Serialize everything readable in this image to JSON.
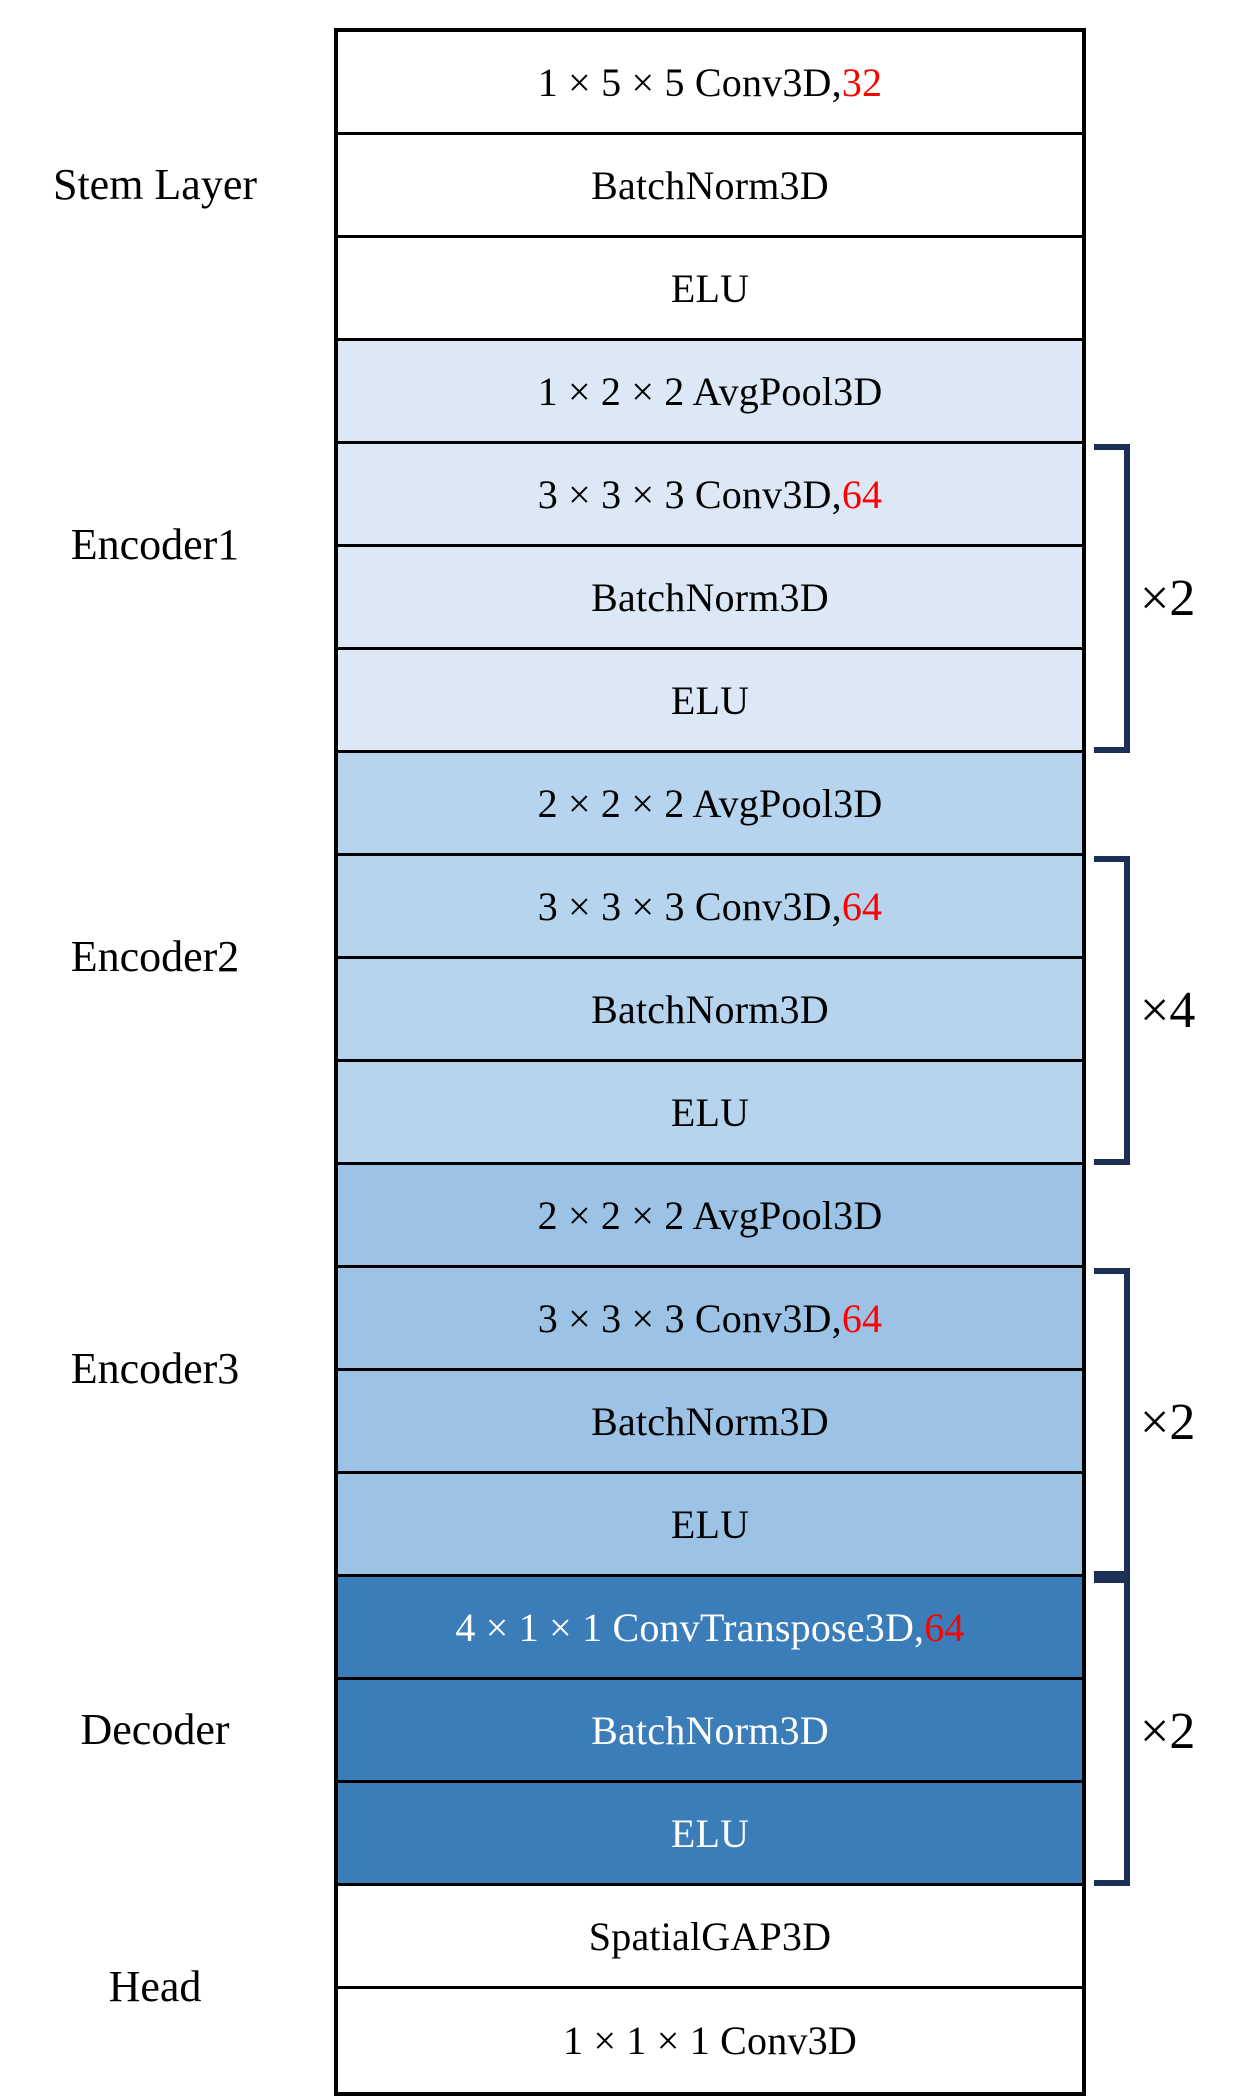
{
  "diagram": {
    "title": "3D CNN architecture block diagram",
    "palette": {
      "stem_fill": "#ffffff",
      "encoder1_fill": "#dce8f5",
      "encoder2_fill": "#b6d4ed",
      "encoder3_fill": "#9cc3e5",
      "decoder_fill": "#3a7db9",
      "head_fill": "#ffffff",
      "border": "#000000",
      "bracket": "#1c3055",
      "channel_number": "#ff0000",
      "decoder_text": "#ffffff"
    },
    "groups": [
      {
        "id": "stem",
        "label": "Stem Layer"
      },
      {
        "id": "encoder1",
        "label": "Encoder1"
      },
      {
        "id": "encoder2",
        "label": "Encoder2"
      },
      {
        "id": "encoder3",
        "label": "Encoder3"
      },
      {
        "id": "decoder",
        "label": "Decoder"
      },
      {
        "id": "head",
        "label": "Head"
      }
    ],
    "rows": [
      {
        "group": "stem",
        "text": "1 × 5 × 5 Conv3D, ",
        "num": "32",
        "tone": "white"
      },
      {
        "group": "stem",
        "text": "BatchNorm3D",
        "num": "",
        "tone": "white"
      },
      {
        "group": "stem",
        "text": "ELU",
        "num": "",
        "tone": "white"
      },
      {
        "group": "encoder1",
        "text": "1 × 2 × 2 AvgPool3D",
        "num": "",
        "tone": "enc1"
      },
      {
        "group": "encoder1",
        "text": "3 × 3 × 3 Conv3D, ",
        "num": "64",
        "tone": "enc1"
      },
      {
        "group": "encoder1",
        "text": "BatchNorm3D",
        "num": "",
        "tone": "enc1"
      },
      {
        "group": "encoder1",
        "text": "ELU",
        "num": "",
        "tone": "enc1"
      },
      {
        "group": "encoder2",
        "text": "2 × 2 × 2 AvgPool3D",
        "num": "",
        "tone": "enc2"
      },
      {
        "group": "encoder2",
        "text": "3 × 3 × 3 Conv3D, ",
        "num": "64",
        "tone": "enc2"
      },
      {
        "group": "encoder2",
        "text": "BatchNorm3D",
        "num": "",
        "tone": "enc2"
      },
      {
        "group": "encoder2",
        "text": "ELU",
        "num": "",
        "tone": "enc2"
      },
      {
        "group": "encoder3",
        "text": "2 × 2 × 2 AvgPool3D",
        "num": "",
        "tone": "enc3"
      },
      {
        "group": "encoder3",
        "text": "3 × 3 × 3 Conv3D, ",
        "num": "64",
        "tone": "enc3"
      },
      {
        "group": "encoder3",
        "text": "BatchNorm3D",
        "num": "",
        "tone": "enc3"
      },
      {
        "group": "encoder3",
        "text": "ELU",
        "num": "",
        "tone": "enc3"
      },
      {
        "group": "decoder",
        "text": "4 × 1 × 1 ConvTranspose3D, ",
        "num": "64",
        "tone": "dec"
      },
      {
        "group": "decoder",
        "text": "BatchNorm3D",
        "num": "",
        "tone": "dec"
      },
      {
        "group": "decoder",
        "text": "ELU",
        "num": "",
        "tone": "dec"
      },
      {
        "group": "head",
        "text": "SpatialGAP3D",
        "num": "",
        "tone": "white"
      },
      {
        "group": "head",
        "text": "1 × 1 × 1 Conv3D",
        "num": "",
        "tone": "white"
      }
    ],
    "repeats": [
      {
        "group": "encoder1",
        "label": "×2",
        "first_row": 4,
        "last_row": 6
      },
      {
        "group": "encoder2",
        "label": "×4",
        "first_row": 8,
        "last_row": 10
      },
      {
        "group": "encoder3",
        "label": "×2",
        "first_row": 12,
        "last_row": 14
      },
      {
        "group": "decoder",
        "label": "×2",
        "first_row": 15,
        "last_row": 17
      }
    ]
  }
}
